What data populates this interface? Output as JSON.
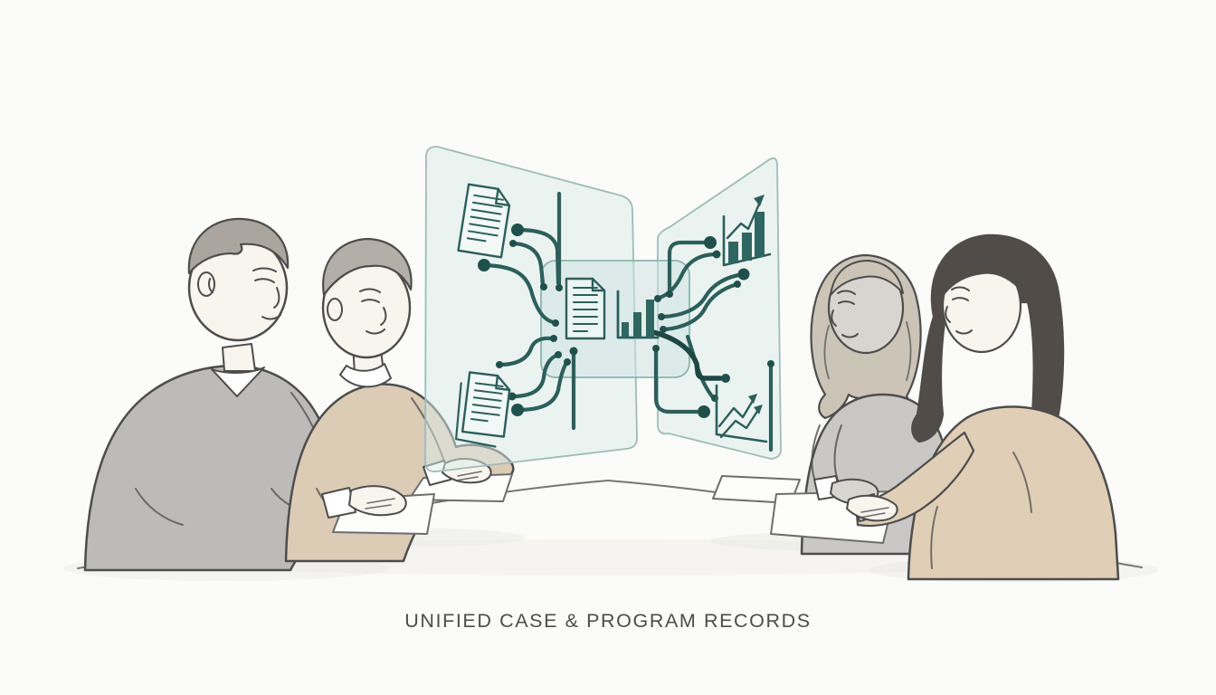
{
  "caption": {
    "text": "UNIFIED CASE & PROGRAM RECORDS"
  },
  "palette": {
    "background": "#fbfbf9",
    "ink": "#4d4d4d",
    "caption_color": "#4c4c4c",
    "teal_line": "#2c5f5b",
    "teal_dark": "#1f4744",
    "teal_dot": "#20504c",
    "teal_fill": "#2f6661",
    "panel_fill": "#dcebe9",
    "panel_border": "#9fbcb8",
    "center_panel_fill": "#cfe4e1",
    "center_panel_border": "#8fb4b0",
    "doc_fill": "#f7fbfa",
    "paper_fill": "#fdfdfc",
    "paper_line": "#6d6d6d",
    "table_line": "#757575",
    "shadow": "#e2e1dd",
    "skin_light": "#f8f4ee",
    "skin_gray": "#d8d4d0",
    "sweater_gray_1": "#bcbbb9",
    "sweater_tan_1": "#dccbb5",
    "sweater_gray_2": "#c9c8c6",
    "sweater_tan_2": "#e0cfb6",
    "hair_gray_1": "#aaa69f",
    "hair_gray_2": "#b3afa8",
    "hair_blonde_gray": "#cbc4b7",
    "hair_dark": "#514c48",
    "cuff_white": "#ffffff"
  },
  "scene": {
    "description": "Four people seated at a table around translucent glass panels where source documents flow into a unified central record that feeds charts",
    "people": [
      {
        "label": "man-gray-sweater",
        "side": "far-left",
        "facing": "right"
      },
      {
        "label": "person-tan-sweater",
        "side": "left",
        "facing": "right"
      },
      {
        "label": "woman-gray-sweater",
        "side": "right",
        "facing": "left"
      },
      {
        "label": "woman-dark-hair-tan-sweater",
        "side": "far-right",
        "facing": "left"
      }
    ],
    "panels": [
      {
        "label": "left-source-panel",
        "icons": [
          "document-icon",
          "stacked-documents-icon"
        ]
      },
      {
        "label": "central-record-panel",
        "icons": [
          "document-icon",
          "bar-chart-icon"
        ]
      },
      {
        "label": "right-insights-panel",
        "icons": [
          "bar-chart-growth-icon",
          "line-chart-arrows-icon"
        ]
      }
    ],
    "papers_on_table": 4
  }
}
